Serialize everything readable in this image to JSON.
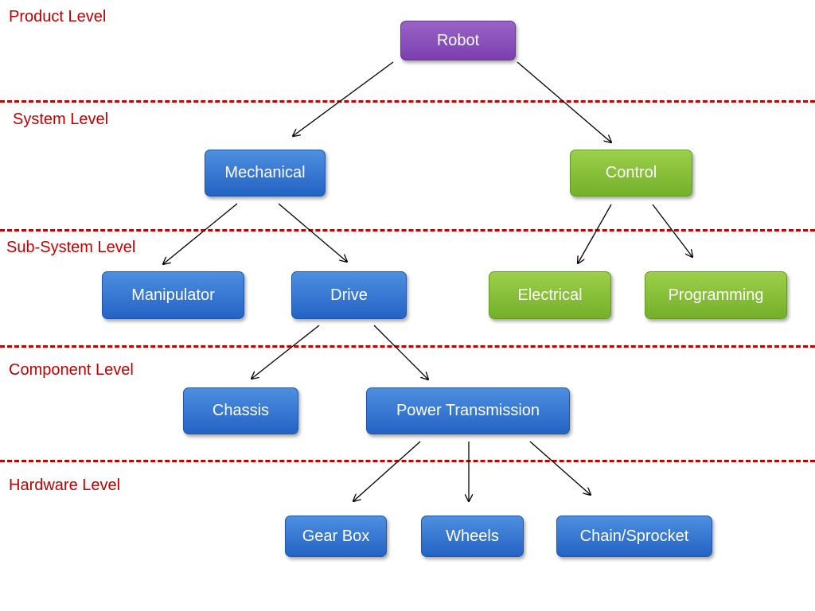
{
  "levels": {
    "product": "Product Level",
    "system": "System Level",
    "subsystem": "Sub-System Level",
    "component": "Component Level",
    "hardware": "Hardware Level"
  },
  "nodes": {
    "robot": "Robot",
    "mechanical": "Mechanical",
    "control": "Control",
    "manipulator": "Manipulator",
    "drive": "Drive",
    "electrical": "Electrical",
    "programming": "Programming",
    "chassis": "Chassis",
    "power_transmission": "Power Transmission",
    "gear_box": "Gear Box",
    "wheels": "Wheels",
    "chain_sprocket": "Chain/Sprocket"
  },
  "colors": {
    "level_text": "#c00000",
    "divider": "#c00000",
    "product_node": "#7b3fb0",
    "mechanical_branch": "#2463c4",
    "control_branch": "#74b02a",
    "arrow": "#000000"
  },
  "edges": [
    [
      "robot",
      "mechanical"
    ],
    [
      "robot",
      "control"
    ],
    [
      "mechanical",
      "manipulator"
    ],
    [
      "mechanical",
      "drive"
    ],
    [
      "control",
      "electrical"
    ],
    [
      "control",
      "programming"
    ],
    [
      "drive",
      "chassis"
    ],
    [
      "drive",
      "power_transmission"
    ],
    [
      "power_transmission",
      "gear_box"
    ],
    [
      "power_transmission",
      "wheels"
    ],
    [
      "power_transmission",
      "chain_sprocket"
    ]
  ]
}
